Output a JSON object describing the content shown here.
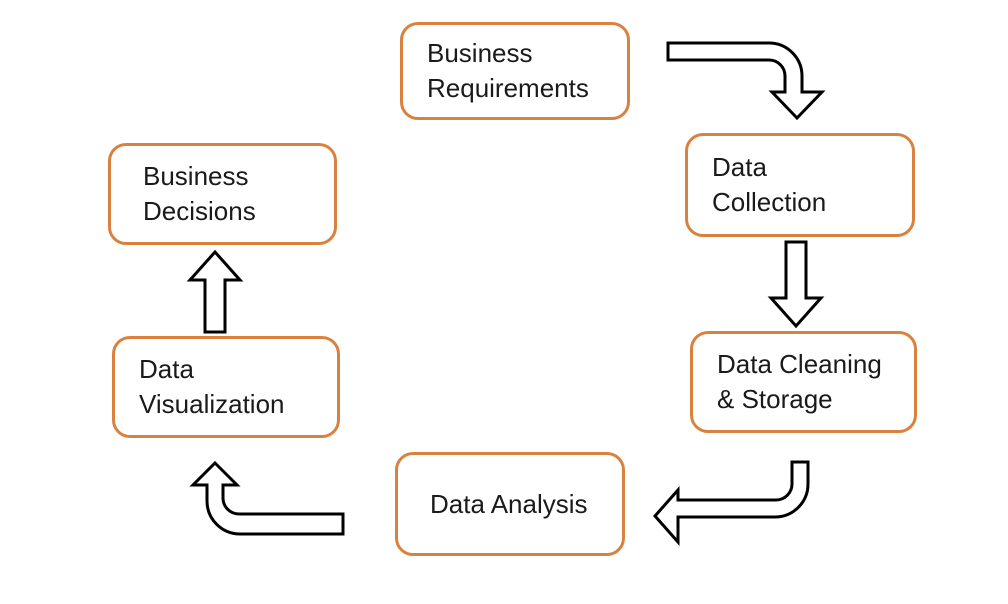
{
  "diagram": {
    "type": "flowchart-cycle",
    "nodes": [
      {
        "id": "business-requirements",
        "label": "Business\nRequirements"
      },
      {
        "id": "data-collection",
        "label": "Data\nCollection"
      },
      {
        "id": "data-cleaning-storage",
        "label": "Data Cleaning\n& Storage"
      },
      {
        "id": "data-analysis",
        "label": "Data Analysis"
      },
      {
        "id": "data-visualization",
        "label": "Data\nVisualization"
      },
      {
        "id": "business-decisions",
        "label": "Business\nDecisions"
      }
    ],
    "edges": [
      {
        "from": "business-requirements",
        "to": "data-collection",
        "shape": "bent-arrow-right-then-down"
      },
      {
        "from": "data-collection",
        "to": "data-cleaning-storage",
        "shape": "block-arrow-down"
      },
      {
        "from": "data-cleaning-storage",
        "to": "data-analysis",
        "shape": "bent-arrow-down-then-left"
      },
      {
        "from": "data-analysis",
        "to": "data-visualization",
        "shape": "bent-arrow-left-then-up"
      },
      {
        "from": "data-visualization",
        "to": "business-decisions",
        "shape": "block-arrow-up"
      }
    ],
    "colors": {
      "node_border": "#D9823F",
      "node_fill": "#FFFFFF",
      "text": "#1A1A1A",
      "arrow_stroke": "#000000",
      "arrow_fill": "#FFFFFF",
      "background": "#FFFFFF"
    }
  }
}
